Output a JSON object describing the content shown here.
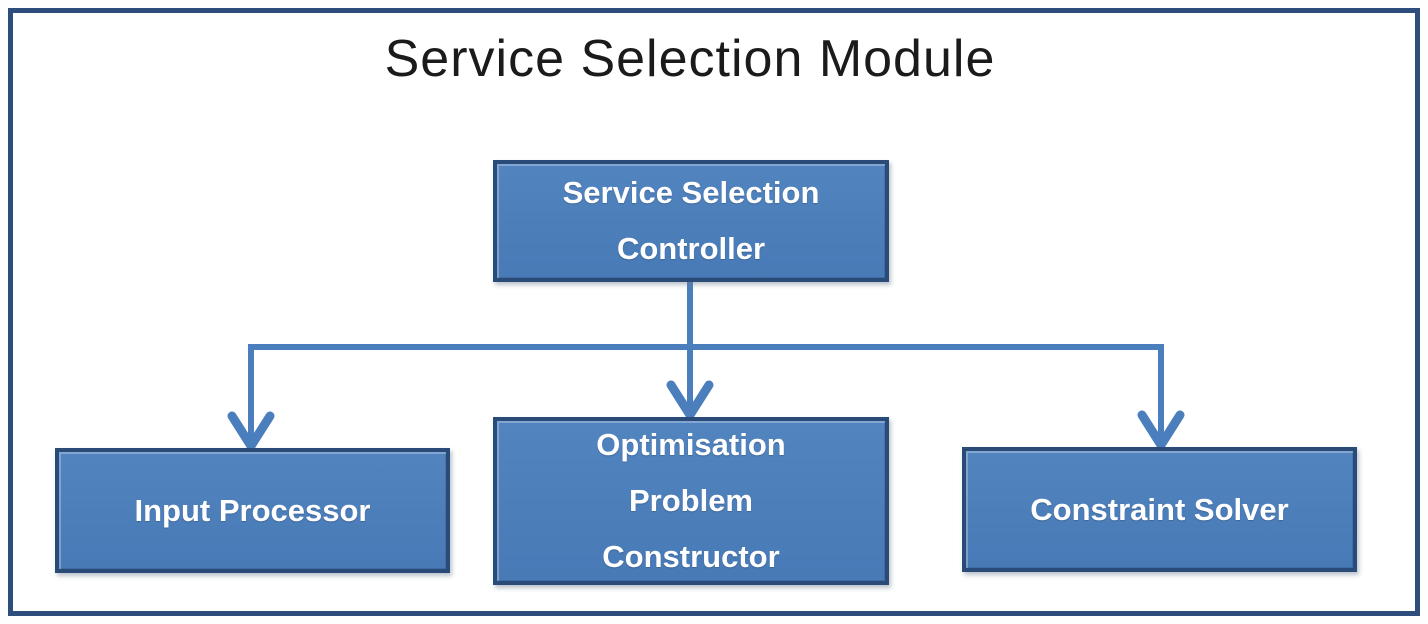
{
  "diagram": {
    "title": "Service Selection Module",
    "nodes": {
      "controller": {
        "label": "Service Selection\nController"
      },
      "input_processor": {
        "label": "Input Processor"
      },
      "optimisation_problem_constructor": {
        "label": "Optimisation\nProblem\nConstructor"
      },
      "constraint_solver": {
        "label": "Constraint Solver"
      }
    },
    "edges": [
      {
        "from": "controller",
        "to": "input_processor",
        "style": "elbow-arrow"
      },
      {
        "from": "controller",
        "to": "optimisation_problem_constructor",
        "style": "straight-arrow"
      },
      {
        "from": "controller",
        "to": "constraint_solver",
        "style": "elbow-arrow"
      }
    ],
    "colors": {
      "node_fill": "#4d80bc",
      "node_border": "#2a4a78",
      "connector": "#4a7ebc",
      "frame_border": "#2d4d7c",
      "node_text": "#ffffff",
      "title_text": "#1b1b1b",
      "background": "#fefffe"
    }
  }
}
